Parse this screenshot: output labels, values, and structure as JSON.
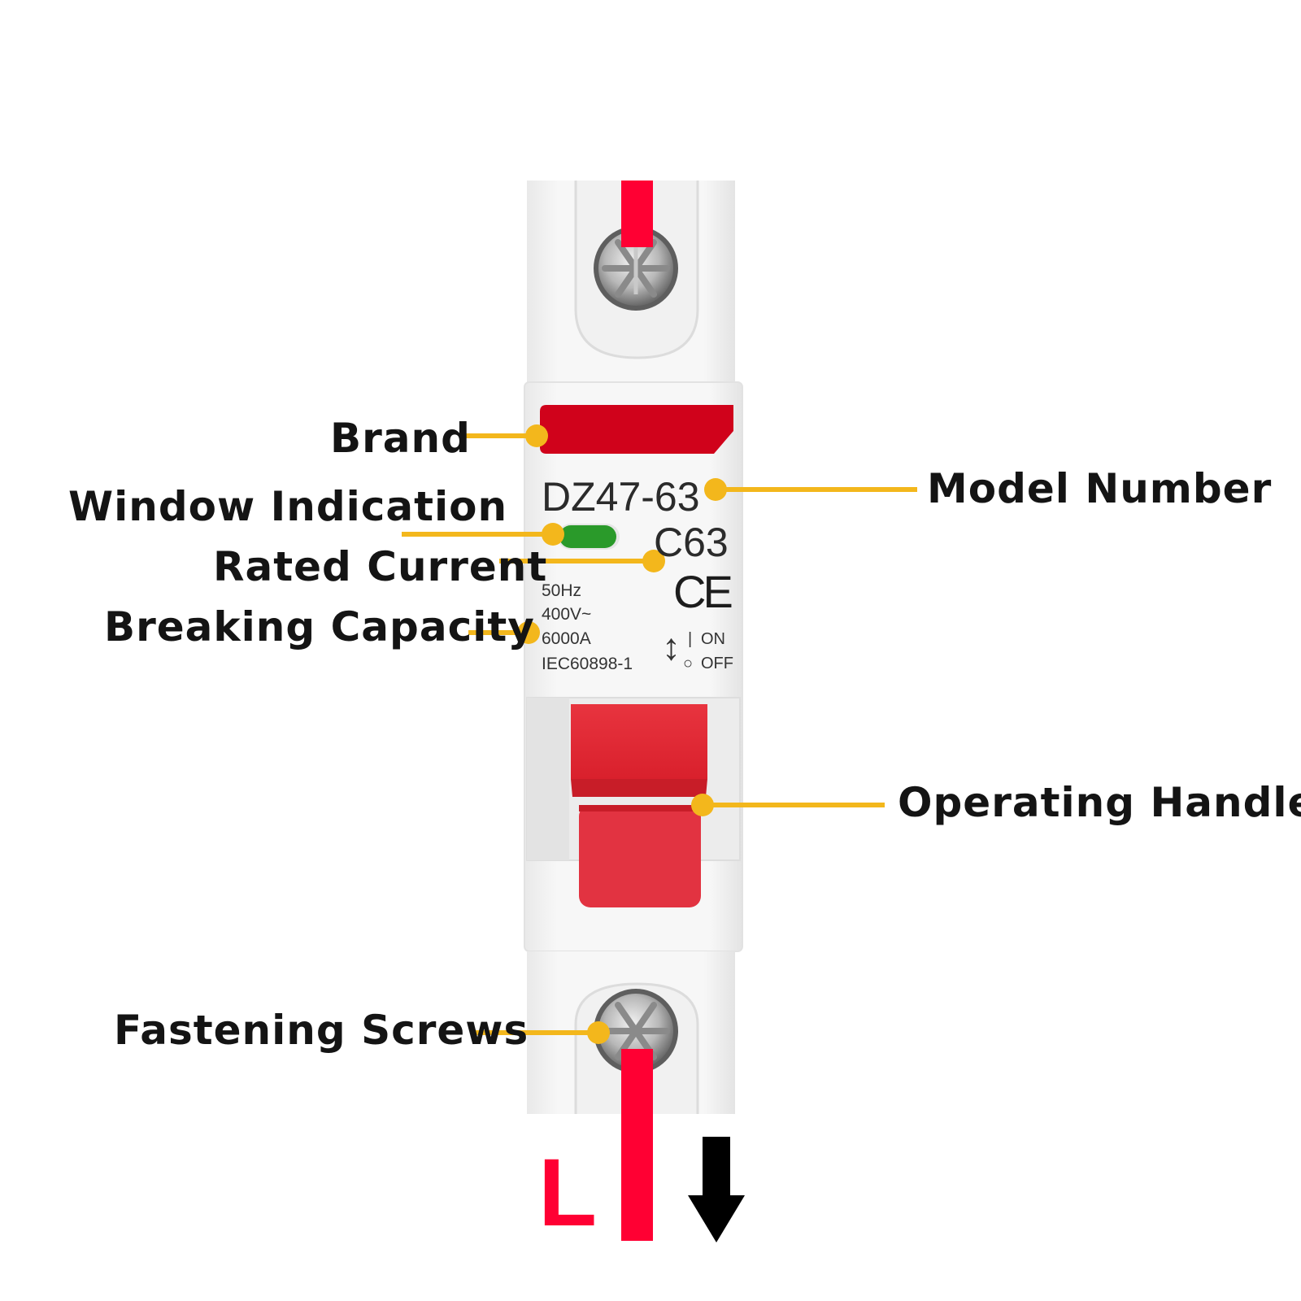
{
  "callouts": {
    "brand": "Brand",
    "window_indication": "Window Indication",
    "rated_current": "Rated Current",
    "breaking_capacity": "Breaking Capacity",
    "model_number": "Model Number",
    "operating_handle": "Operating Handle",
    "fastening_screws": "Fastening Screws"
  },
  "device": {
    "model": "DZ47-63",
    "rating": "C63",
    "frequency": "50Hz",
    "voltage": "400V~",
    "breaking": "6000A",
    "standard": "IEC60898-1",
    "certification": "CE",
    "on_label": "ON",
    "off_label": "OFF",
    "on_symbol": "|",
    "off_symbol": "○",
    "arrow_symbol": "↕"
  },
  "wire_label": "L",
  "colors": {
    "leader": "#f3b71c",
    "wire": "#ff0033",
    "handle": "#e4303a",
    "brand_bar": "#d0021b",
    "indicator": "#2a9a2a",
    "arrow": "#000000"
  }
}
